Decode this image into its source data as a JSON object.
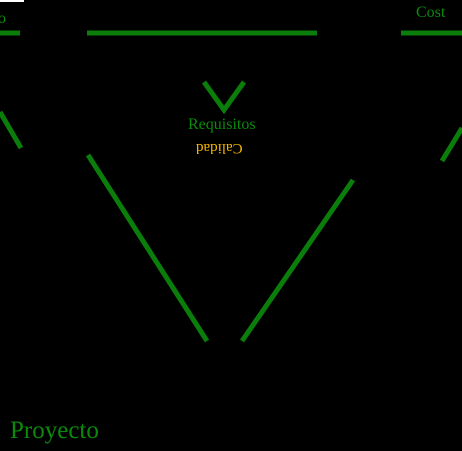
{
  "labels": {
    "time_fragment": "o",
    "cost_fragment": "Cost",
    "requirements": "Requisitos",
    "quality": "Calidad",
    "project": "Proyecto"
  },
  "colors": {
    "background": "#000000",
    "line": "#0a7d0a",
    "label_green": "#0a8a0a",
    "label_quality": "#f5b800",
    "corner_box": "#ffffff"
  }
}
